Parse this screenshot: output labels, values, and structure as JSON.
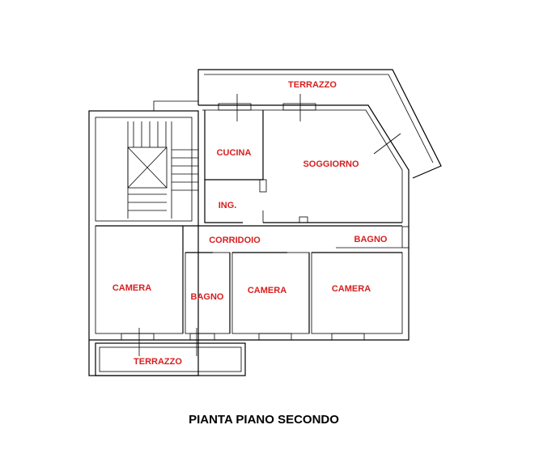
{
  "plan": {
    "title": "PIANTA PIANO SECONDO",
    "label_color": "#d81e1e",
    "rooms": {
      "terrazzo_top": "TERRAZZO",
      "cucina": "CUCINA",
      "soggiorno": "SOGGIORNO",
      "ingresso": "ING.",
      "corridoio": "CORRIDOIO",
      "bagno_right": "BAGNO",
      "camera_left": "CAMERA",
      "bagno_center": "BAGNO",
      "camera_center": "CAMERA",
      "camera_right": "CAMERA",
      "terrazzo_bottom": "TERRAZZO"
    }
  }
}
